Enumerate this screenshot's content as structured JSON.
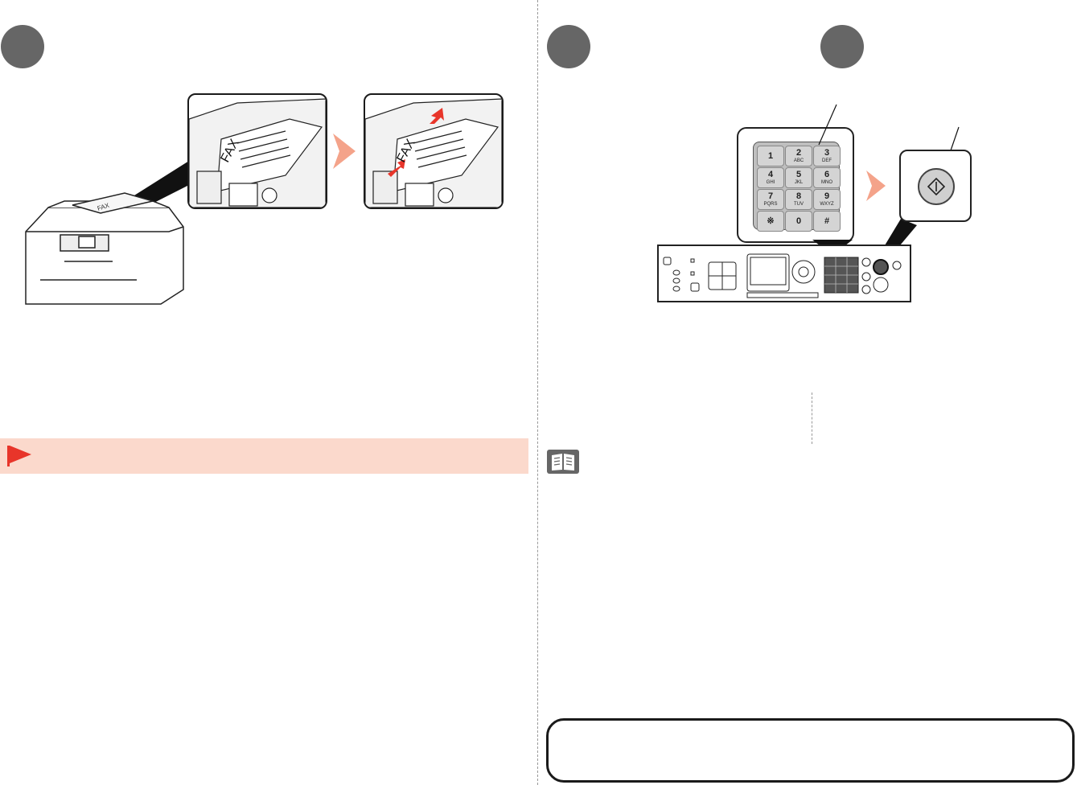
{
  "figure_left": {
    "fax_label_1": "FAX",
    "fax_label_2": "FAX"
  },
  "keypad": {
    "keys": [
      {
        "num": "1",
        "letters": ""
      },
      {
        "num": "2",
        "letters": "ABC"
      },
      {
        "num": "3",
        "letters": "DEF"
      },
      {
        "num": "4",
        "letters": "GHI"
      },
      {
        "num": "5",
        "letters": "JKL"
      },
      {
        "num": "6",
        "letters": "MNO"
      },
      {
        "num": "7",
        "letters": "PQRS"
      },
      {
        "num": "8",
        "letters": "TUV"
      },
      {
        "num": "9",
        "letters": "WXYZ"
      },
      {
        "num": "※",
        "letters": ""
      },
      {
        "num": "0",
        "letters": ""
      },
      {
        "num": "#",
        "letters": ""
      }
    ]
  },
  "colors": {
    "step_circle": "#666666",
    "caution_bar": "#fbd9cc",
    "flag": "#e8352a",
    "arrow": "#f4a38a"
  },
  "icons": {
    "caution": "red-flag-icon",
    "note": "book-icon",
    "start": "start-button-icon"
  }
}
